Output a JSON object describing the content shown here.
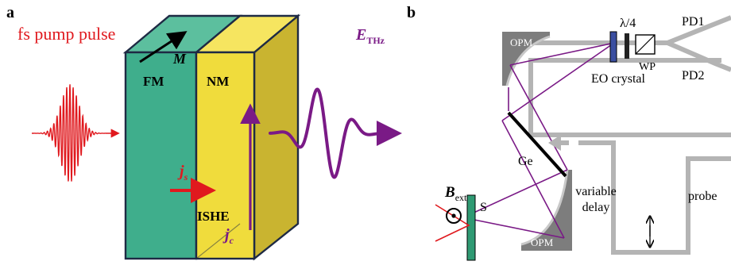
{
  "panel_a": {
    "label": "a",
    "pump_label": "fs pump pulse",
    "magnetization": "M",
    "fm_layer": "FM",
    "nm_layer": "NM",
    "spin_current": "j",
    "spin_current_sub": "s",
    "charge_current": "j",
    "charge_current_sub": "c",
    "ishe": "ISHE",
    "thz_field": "E",
    "thz_field_sub": "THz"
  },
  "panel_b": {
    "label": "b",
    "opm_top": "OPM",
    "opm_bottom": "OPM",
    "quarter_wave": "λ/4",
    "pd1": "PD1",
    "pd2": "PD2",
    "wp": "WP",
    "eo_crystal": "EO crystal",
    "b_field": "B",
    "b_field_sub": "ext",
    "ge": "Ge",
    "sample": "S",
    "variable_delay_line1": "variable",
    "variable_delay_line2": "delay",
    "probe": "probe"
  },
  "colors": {
    "pump_red": "#e0191e",
    "fm_green": "#3fae8c",
    "nm_yellow": "#f0dc3c",
    "thz_purple": "#7a1a86",
    "probe_gray": "#b4b4b4",
    "eo_blue": "#3a4ea0",
    "sample_green": "#2f9a73"
  }
}
